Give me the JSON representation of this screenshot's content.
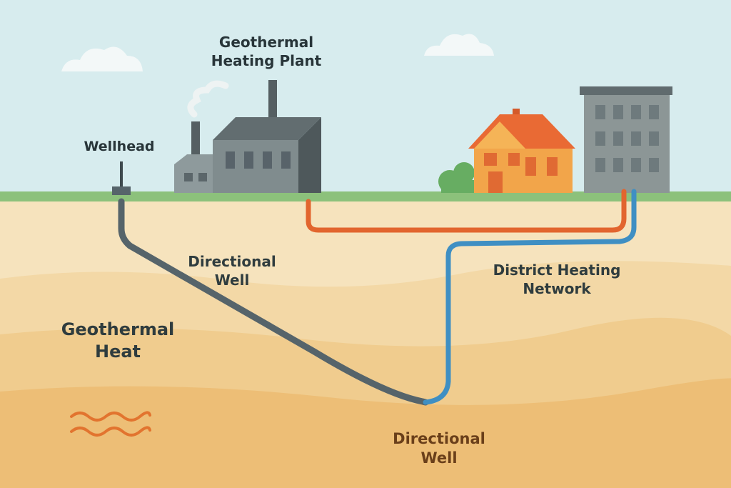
{
  "labels": {
    "plant": {
      "line1": "Geothermal",
      "line2": "Heating Plant"
    },
    "wellhead": "Wellhead",
    "directional_well_upper": {
      "line1": "Directional",
      "line2": "Well"
    },
    "district_heating": {
      "line1": "District Heating",
      "line2": "Network"
    },
    "geothermal_heat": {
      "line1": "Geothermal",
      "line2": "Heat"
    },
    "directional_well_lower": {
      "line1": "Directional",
      "line2": "Well"
    }
  },
  "colors": {
    "sky": "#d7ecee",
    "grass": "#8cc17b",
    "soil_top": "#f6e3bd",
    "soil_bottom": "#edbe76",
    "hot_pipe": "#e2652e",
    "cold_pipe": "#3f8fc3",
    "well_pipe": "#56646a",
    "factory": "#7f8c8e",
    "house": "#f2a54a",
    "roof": "#e96a34",
    "apartment": "#8c9696"
  },
  "icons": {
    "clouds": "cloud-icon",
    "smoke": "smoke-icon",
    "heat_waves": "heat-wave-icon"
  }
}
